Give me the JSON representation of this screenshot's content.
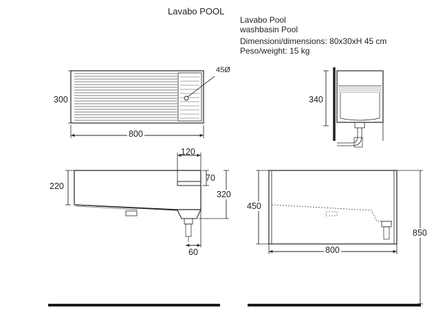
{
  "title": "Lavabo POOL",
  "info": {
    "line1": "Lavabo Pool",
    "line2": "washbasin Pool",
    "line3": "Dimensioni/dimensions: 80x30xH 45 cm",
    "line4": "Peso/weight: 15 kg"
  },
  "dims": {
    "top_depth": "300",
    "drain_diameter": "45Ø",
    "top_width": "800",
    "side_height": "340",
    "shelf_width": "120",
    "front_height": "220",
    "shelf_height": "70",
    "basin_depth": "320",
    "drain_offset": "60",
    "back_height": "450",
    "back_width": "800",
    "floor_height": "850"
  },
  "colors": {
    "line": "#222222",
    "hatch": "#555555",
    "floor": "#1a1a1a"
  }
}
